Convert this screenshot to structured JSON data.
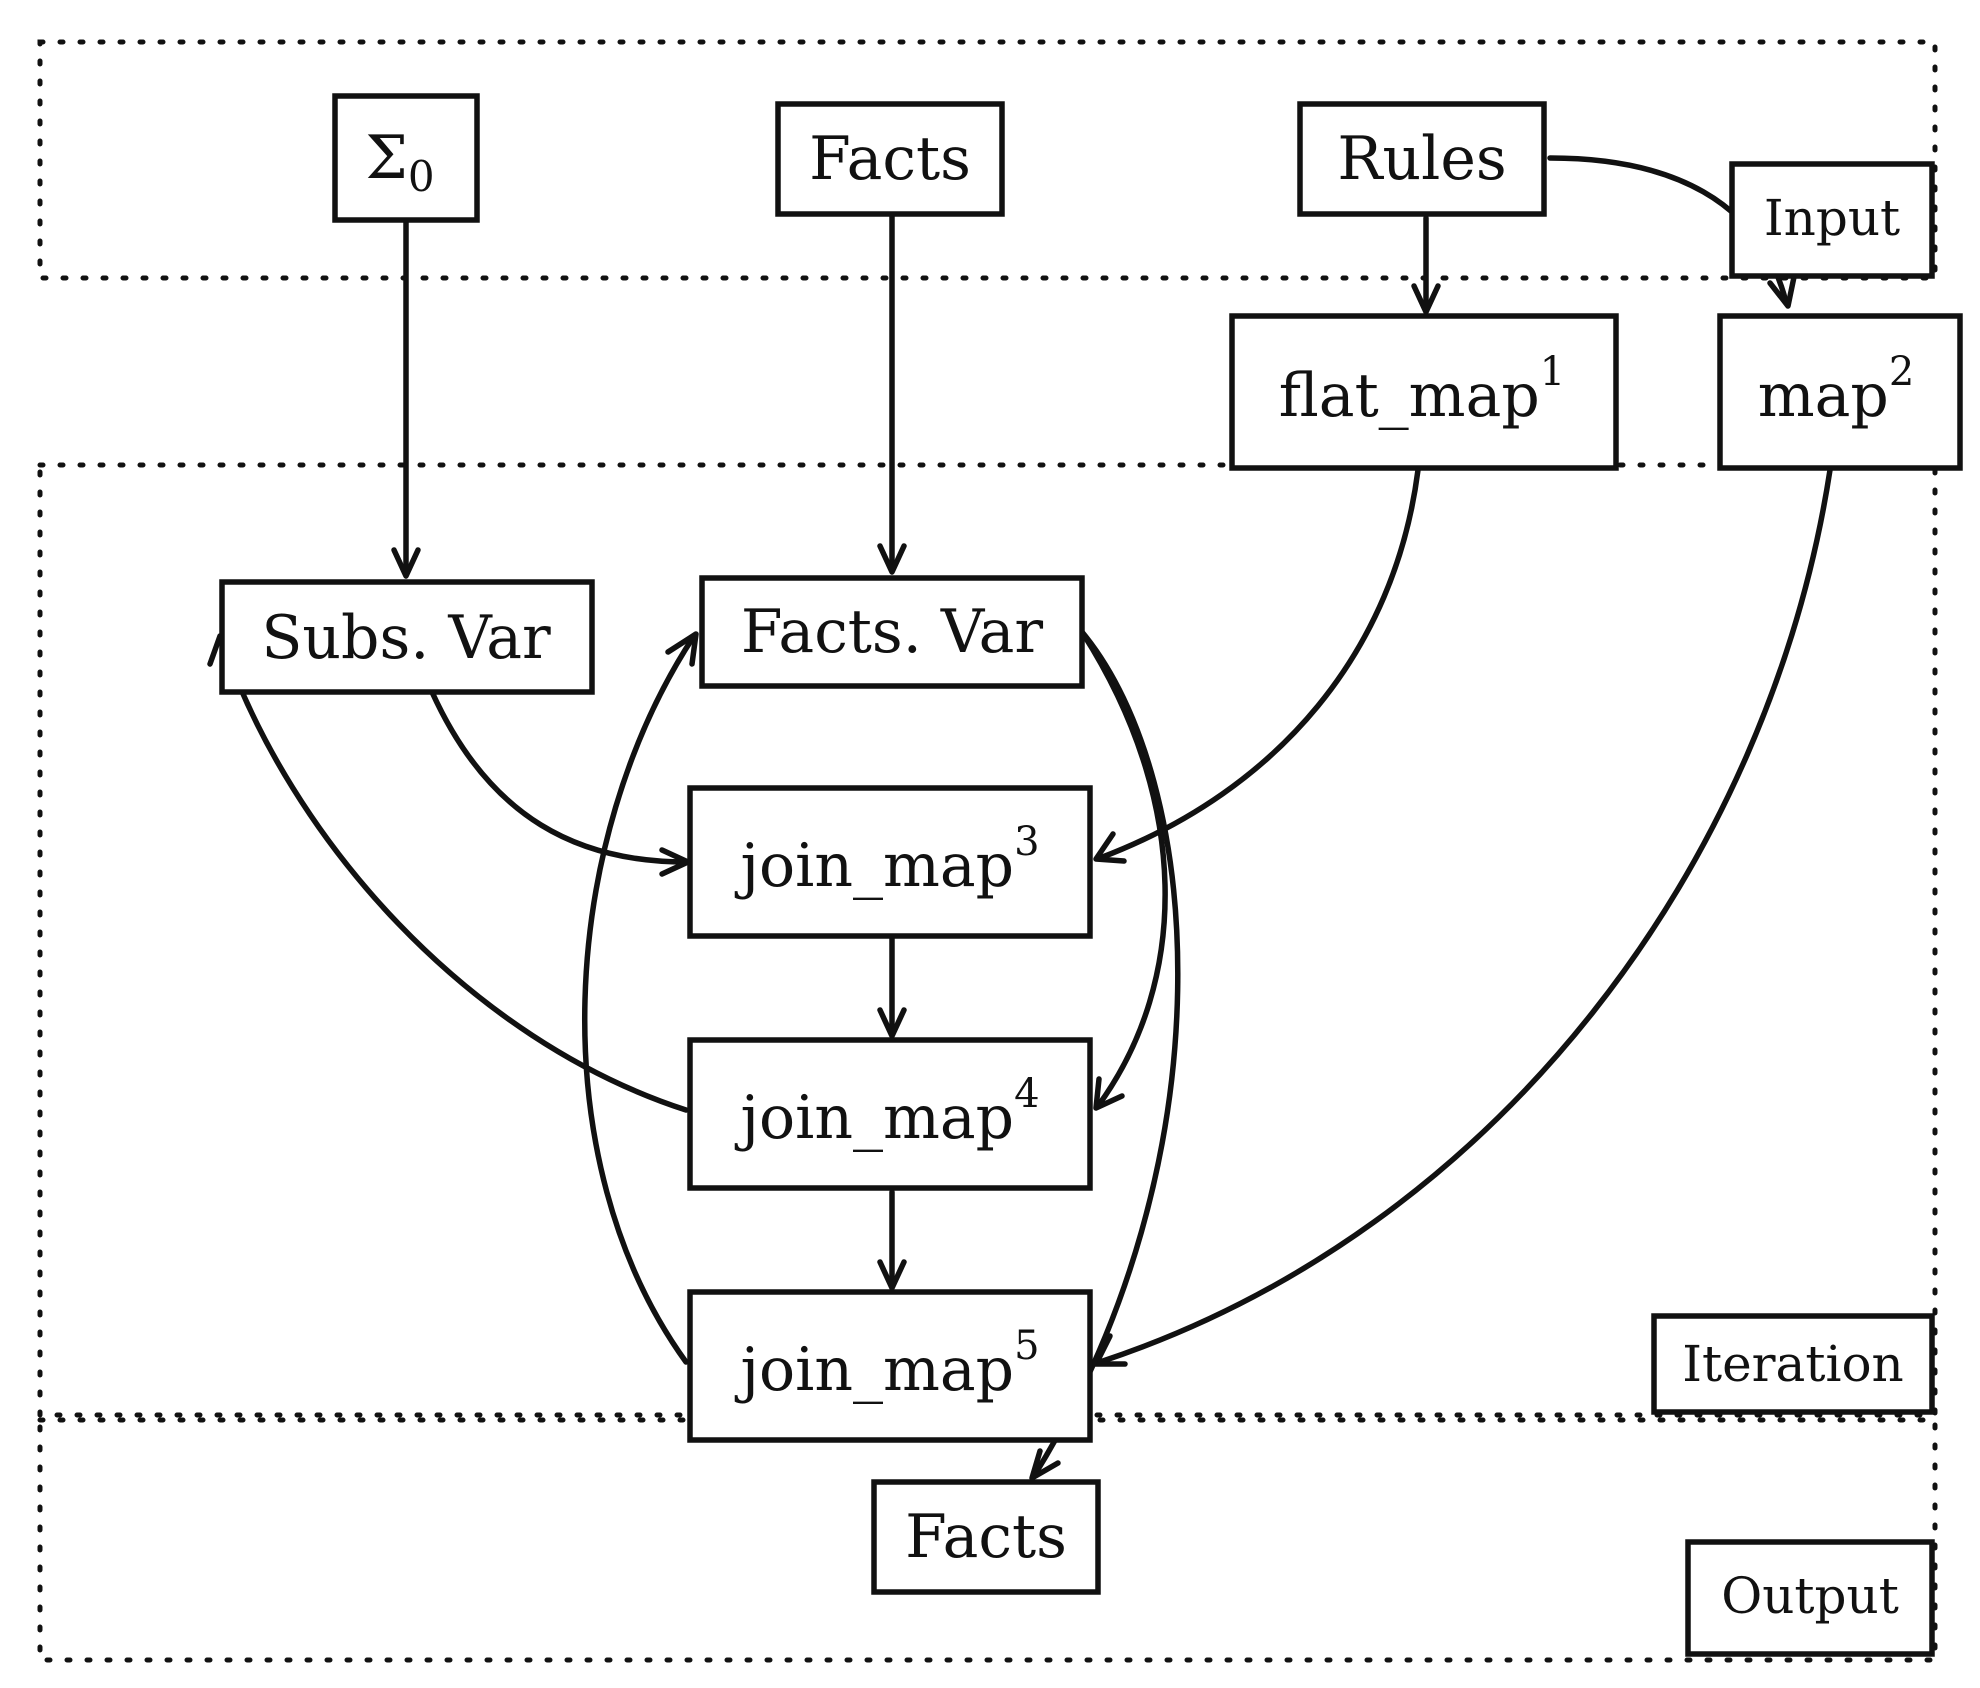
{
  "zones": {
    "input": "Input",
    "iteration": "Iteration",
    "output": "Output"
  },
  "nodes": {
    "sigma0": {
      "main": "Σ",
      "sub": "0"
    },
    "facts_in": {
      "main": "Facts"
    },
    "rules": {
      "main": "Rules"
    },
    "flat_map": {
      "main": "flat_map",
      "sup": "1"
    },
    "map": {
      "main": "map",
      "sup": "2"
    },
    "subs_var": {
      "main": "Subs. Var"
    },
    "facts_var": {
      "main": "Facts. Var"
    },
    "join_map3": {
      "main": "join_map",
      "sup": "3"
    },
    "join_map4": {
      "main": "join_map",
      "sup": "4"
    },
    "join_map5": {
      "main": "join_map",
      "sup": "5"
    },
    "facts_out": {
      "main": "Facts"
    }
  },
  "colors": {
    "stroke": "#111111",
    "background": "#ffffff"
  }
}
